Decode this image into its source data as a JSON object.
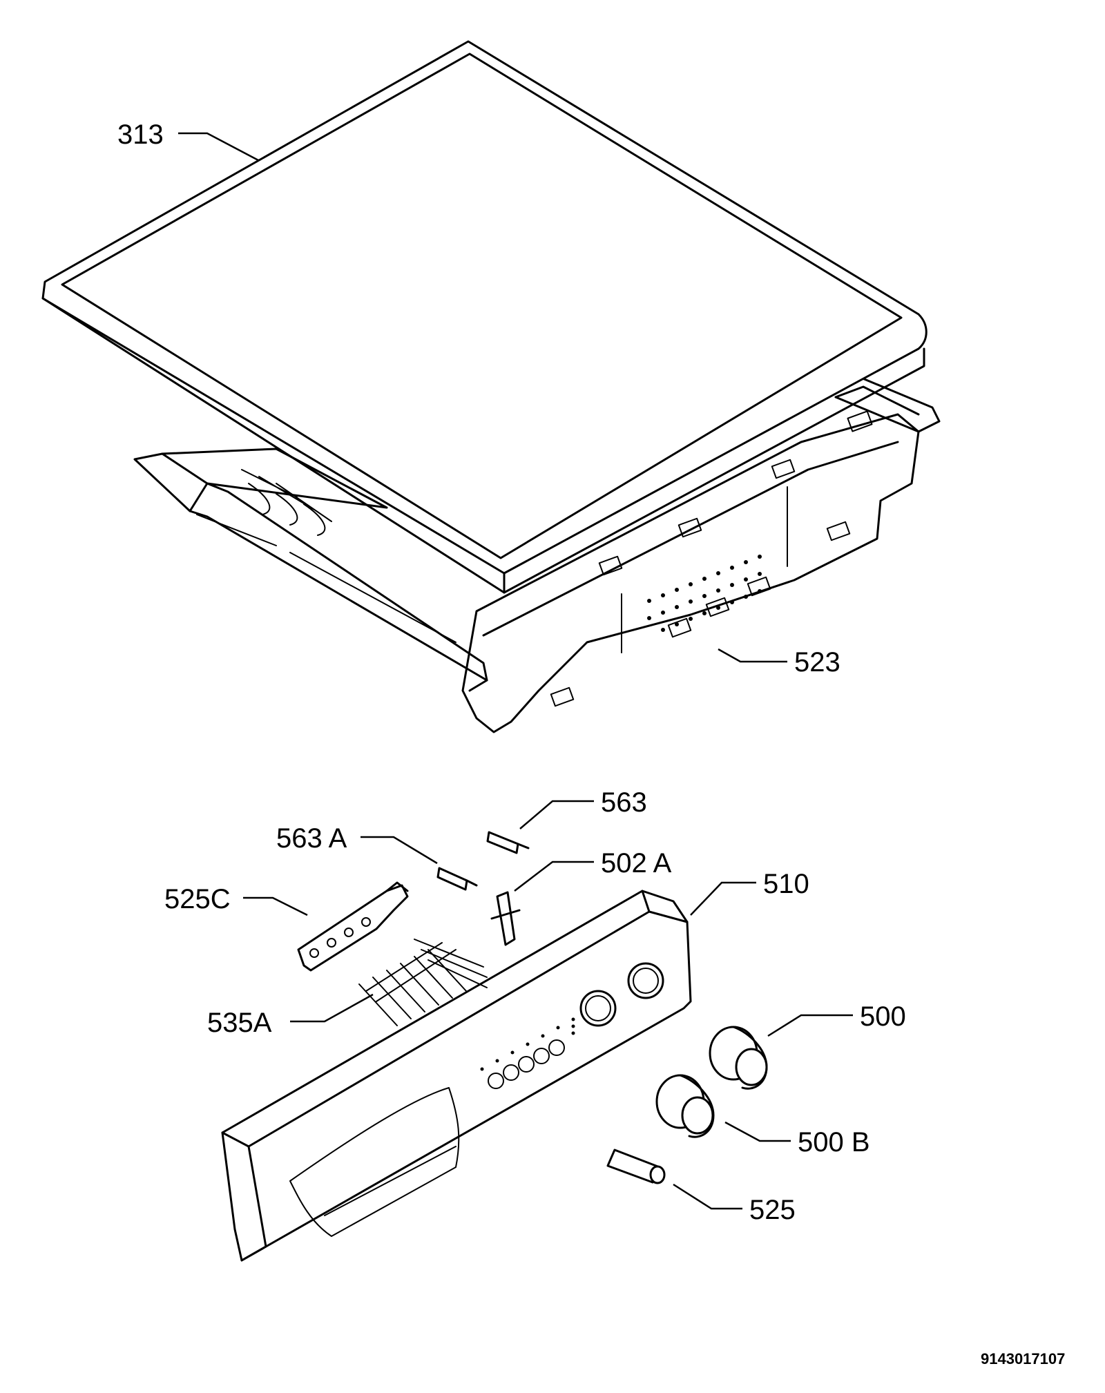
{
  "labels": {
    "p313": "313",
    "p523": "523",
    "p563": "563",
    "p563a": "563 A",
    "p502a": "502 A",
    "p510": "510",
    "p525c": "525C",
    "p535a": "535A",
    "p500": "500",
    "p500b": "500 B",
    "p525": "525"
  },
  "drawing_code": "9143017107"
}
